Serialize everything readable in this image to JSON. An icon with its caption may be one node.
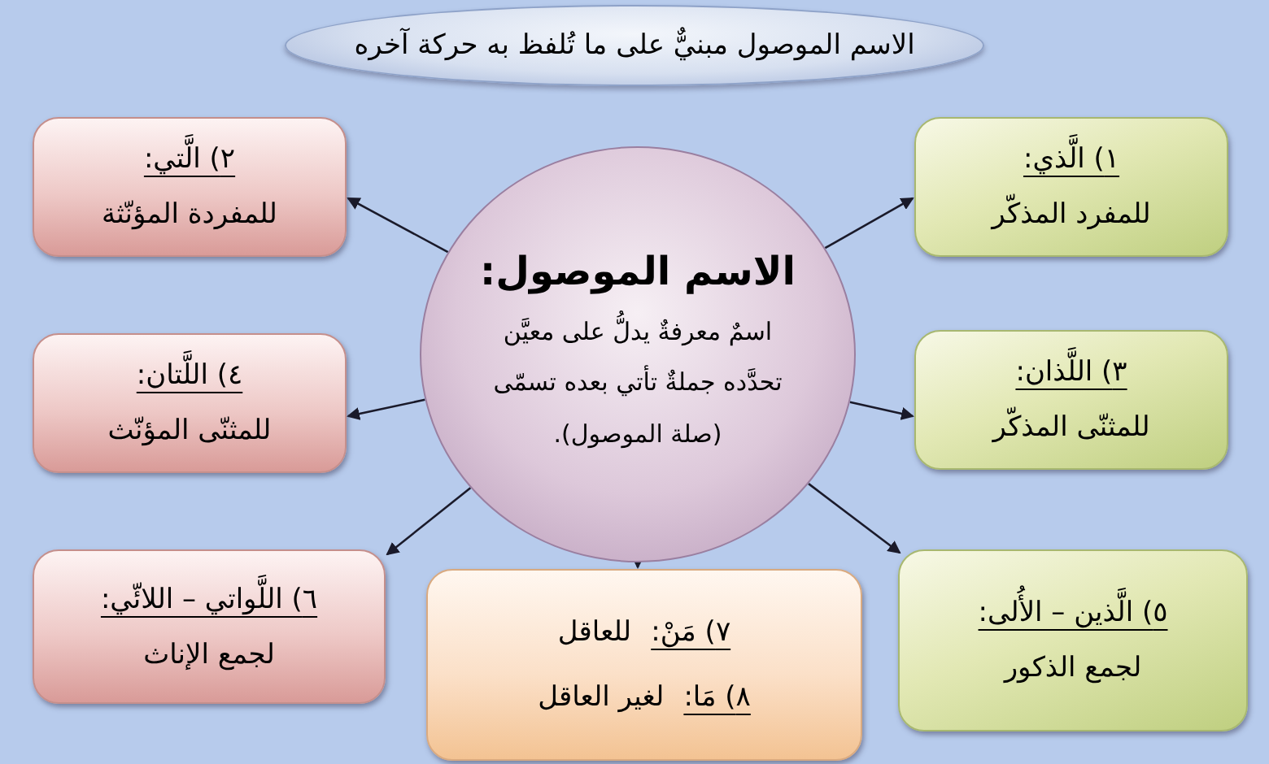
{
  "diagram": {
    "nodes": [
      {
        "text": [
          "الاسم الموصول مبنيٌّ على ما تُلفظ به حركة آخره"
        ]
      },
      {
        "text": [
          "الاسم الموصول:",
          "اسمٌ معرفةٌ يدلُّ على معيَّن تحدَّده جملةٌ تأتي بعده تسمّى (صلة الموصول)."
        ]
      },
      {
        "text": [
          "١) الَّذي:",
          "للمفرد المذكّر"
        ]
      },
      {
        "text": [
          "٢) الَّتي:",
          "للمفردة المؤنّثة"
        ]
      },
      {
        "text": [
          "٣) اللَّذان:",
          "للمثنّى المذكّر"
        ]
      },
      {
        "text": [
          "٤) اللَّتان:",
          "للمثنّى المؤنّث"
        ]
      },
      {
        "text": [
          "٥) الَّذين – الأُلى:",
          "لجمع الذكور"
        ]
      },
      {
        "text": [
          "٦) اللَّواتي – اللائّي:",
          "لجمع الإناث"
        ]
      },
      {
        "text": [
          "٧) مَنْ:",
          "للعاقل",
          "٨) مَا:",
          "لغير العاقل"
        ]
      }
    ],
    "edges": [
      {
        "from": 1,
        "to": 2,
        "arrow": "to"
      },
      {
        "from": 1,
        "to": 3,
        "arrow": "to"
      },
      {
        "from": 1,
        "to": 4,
        "arrow": "to"
      },
      {
        "from": 1,
        "to": 5,
        "arrow": "to"
      },
      {
        "from": 1,
        "to": 6,
        "arrow": "to"
      },
      {
        "from": 1,
        "to": 7,
        "arrow": "to"
      },
      {
        "from": 1,
        "to": 8,
        "arrow": "to"
      }
    ]
  }
}
